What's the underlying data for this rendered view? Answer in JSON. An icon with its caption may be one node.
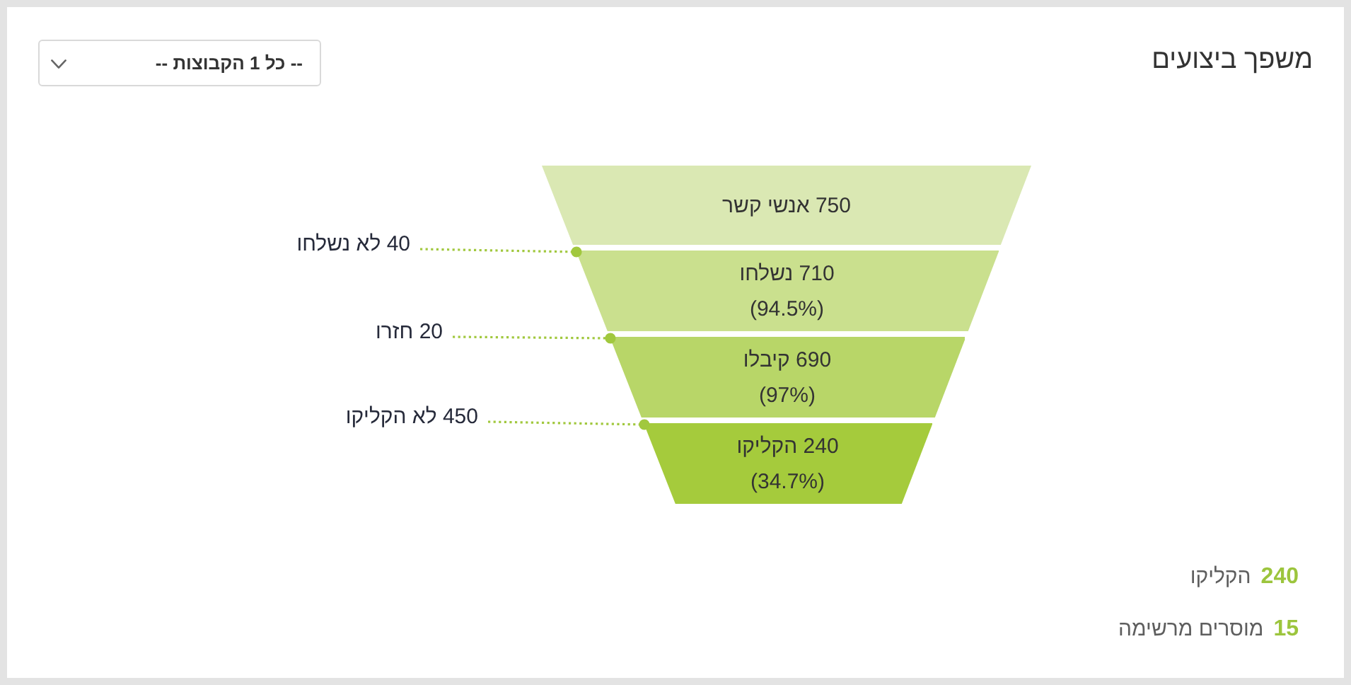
{
  "diagram": {
    "title": "משפך ביצועים",
    "nodes": [
      {
        "text": [
          "750 אנשי קשר"
        ]
      },
      {
        "text": [
          "710 נשלחו",
          "(94.5%)"
        ]
      },
      {
        "text": [
          "690 קיבלו",
          "(97%)"
        ]
      },
      {
        "text": [
          "240 הקליקו",
          "(34.7%)"
        ]
      },
      {
        "text": [
          "40 לא נשלחו"
        ]
      },
      {
        "text": [
          "20 חזרו"
        ]
      },
      {
        "text": [
          "450 לא הקליקו"
        ]
      }
    ],
    "edges": [
      {
        "from": 4,
        "to": 1,
        "arrow": "other",
        "style": "dashed"
      },
      {
        "from": 5,
        "to": 2,
        "arrow": "other",
        "style": "dashed"
      },
      {
        "from": 6,
        "to": 3,
        "arrow": "other",
        "style": "dashed"
      }
    ],
    "labels": [
      "-- כל 1 הקבוצות --",
      "240",
      "הקליקו",
      "15",
      "מוסרים מרשימה"
    ]
  }
}
